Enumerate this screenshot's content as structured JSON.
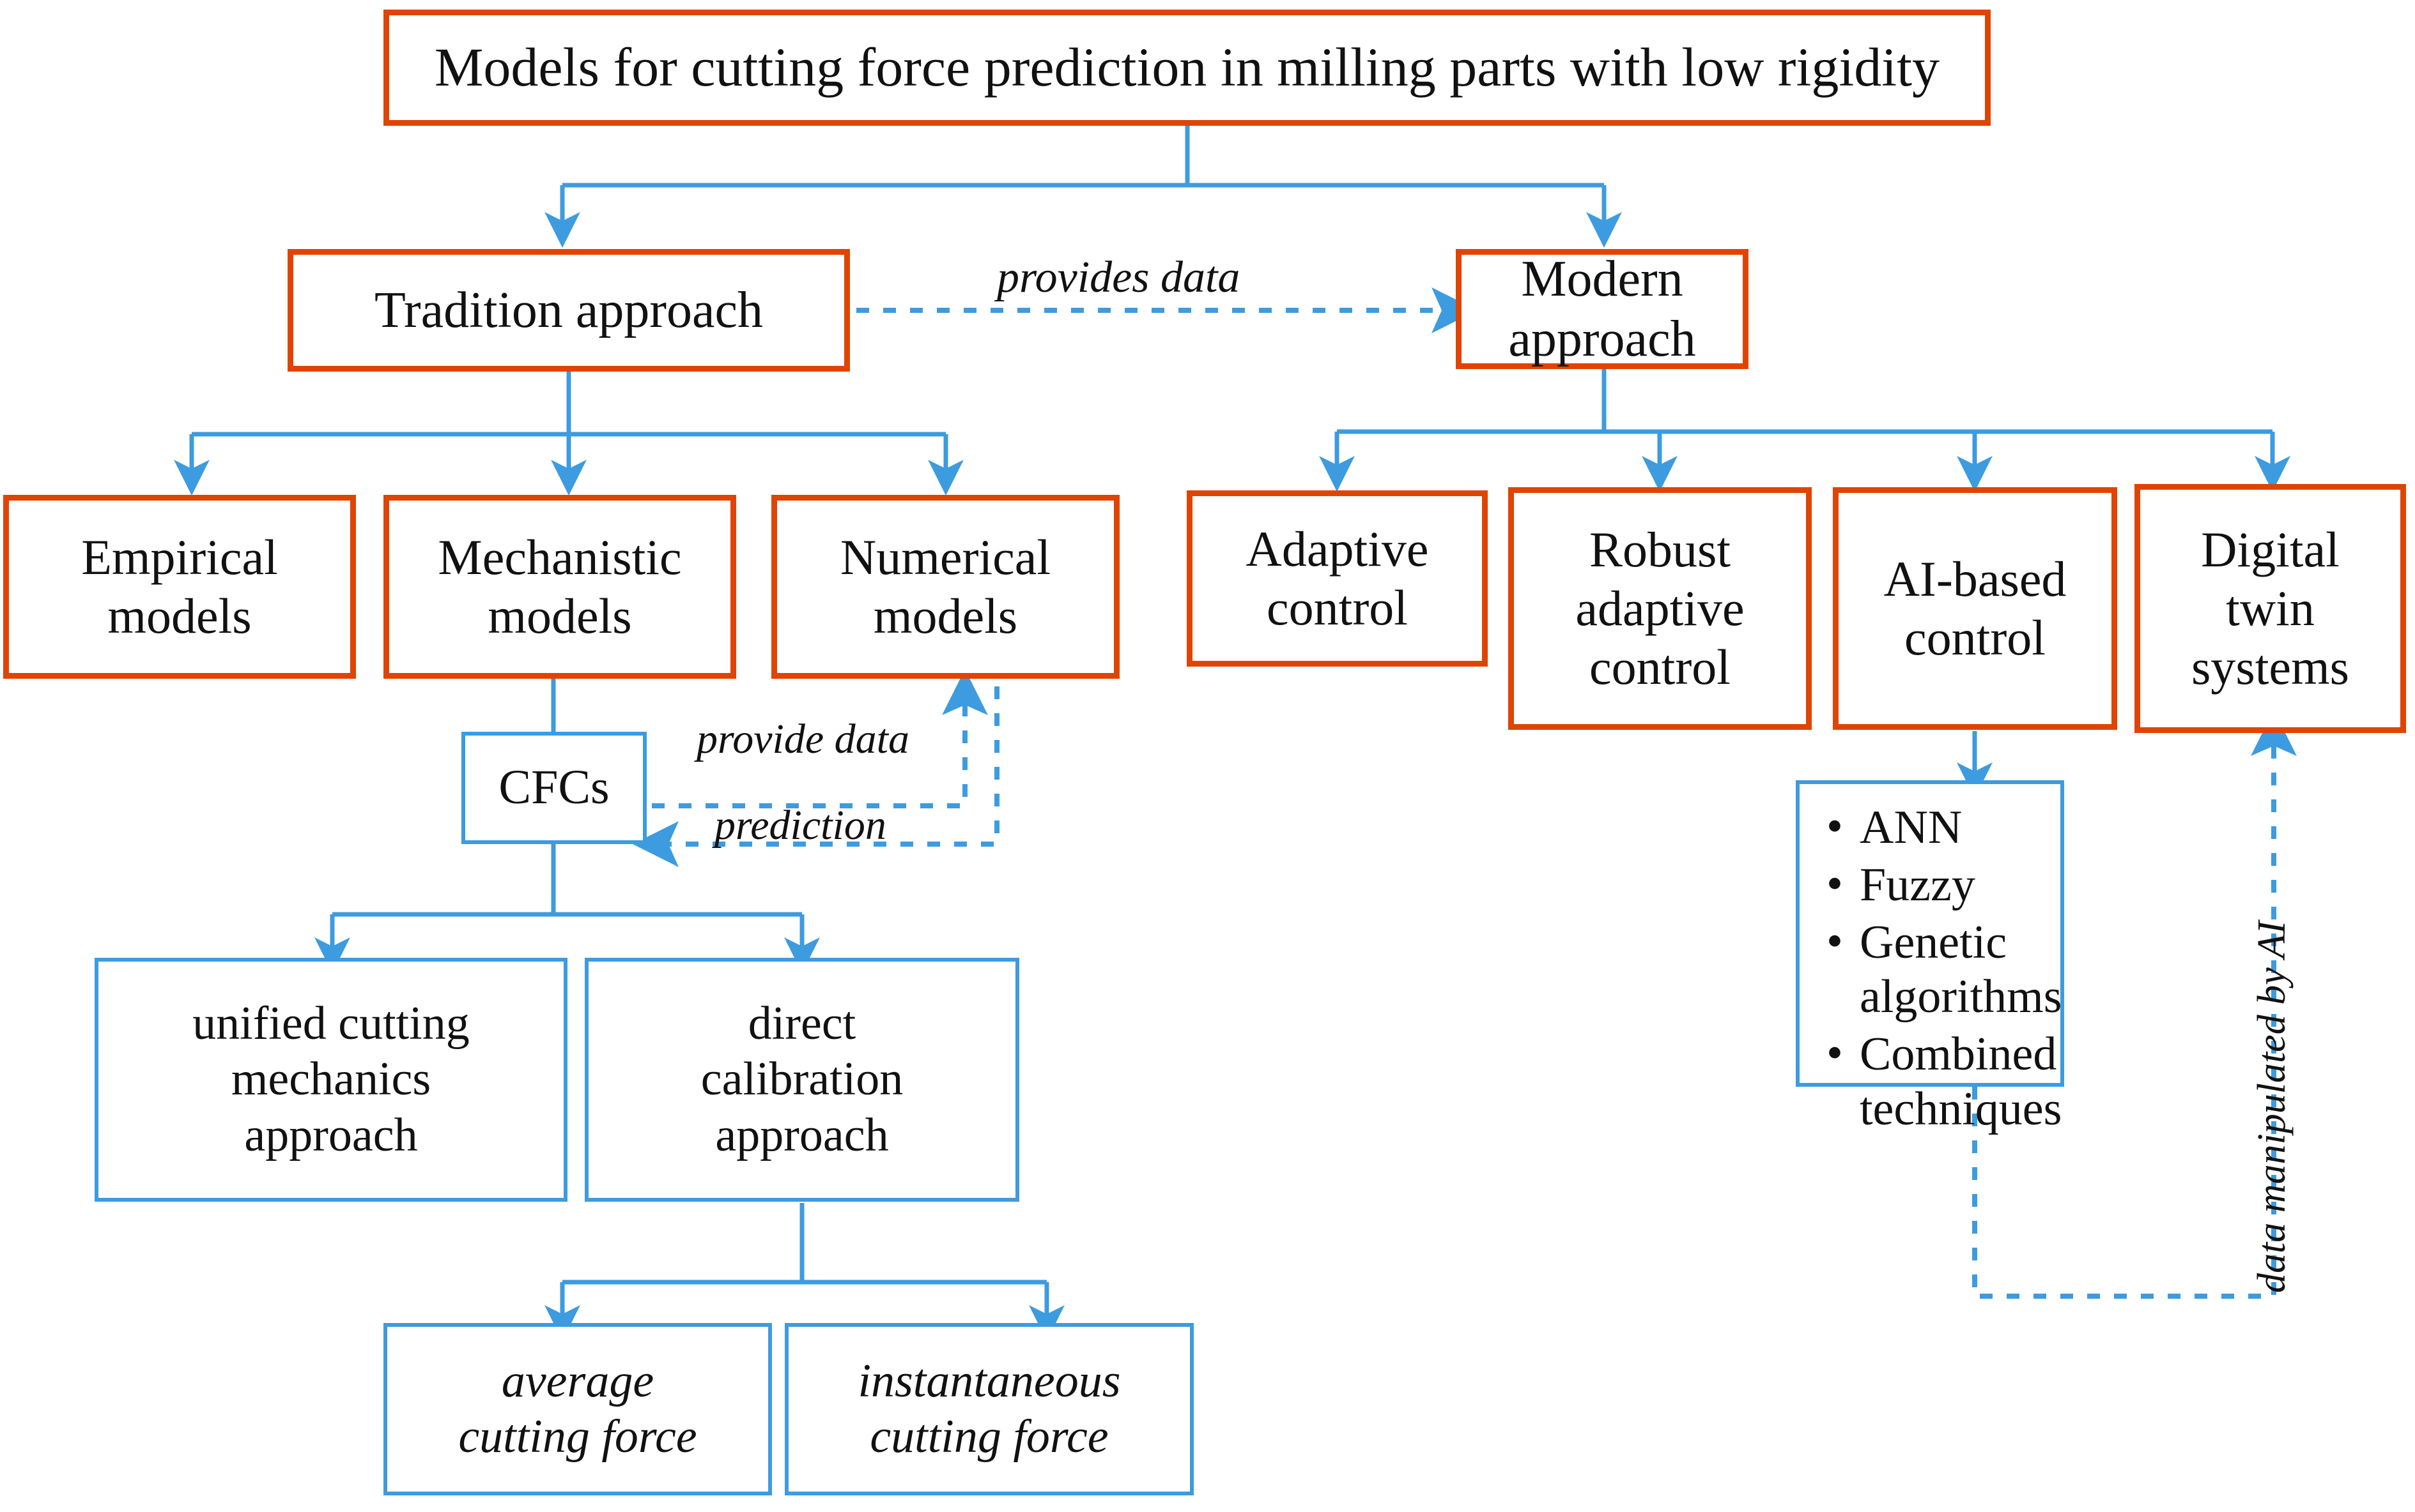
{
  "theme": {
    "orange": "#E04403",
    "blue": "#3D9BE0",
    "text": "#111111",
    "background": "#FFFFFF"
  },
  "diagram": {
    "type": "flowchart",
    "root": {
      "label": "Models for cutting force prediction in milling parts with low rigidity"
    },
    "level2": {
      "tradition": {
        "label": "Tradition approach"
      },
      "modern": {
        "label": "Modern approach"
      }
    },
    "tradition_children": [
      {
        "label": "Empirical\nmodels",
        "line1": "Empirical",
        "line2": "models"
      },
      {
        "label": "Mechanistic\nmodels",
        "line1": "Mechanistic",
        "line2": "models"
      },
      {
        "label": "Numerical\nmodels",
        "line1": "Numerical",
        "line2": "models"
      }
    ],
    "modern_children": [
      {
        "label": "Adaptive control",
        "line1": "Adaptive",
        "line2": "control",
        "line3": ""
      },
      {
        "label": "Robust adaptive control",
        "line1": "Robust",
        "line2": "adaptive",
        "line3": "control"
      },
      {
        "label": "AI-based control",
        "line1": "AI-based",
        "line2": "control",
        "line3": ""
      },
      {
        "label": "Digital twin systems",
        "line1": "Digital",
        "line2": "twin",
        "line3": "systems"
      }
    ],
    "cfcs": {
      "label": "CFCs"
    },
    "cfcs_children": [
      {
        "label": "unified cutting mechanics approach",
        "line1": "unified cutting",
        "line2": "mechanics",
        "line3": "approach"
      },
      {
        "label": "direct calibration approach",
        "line1": "direct",
        "line2": "calibration",
        "line3": "approach"
      }
    ],
    "force_children": [
      {
        "label": "average cutting force",
        "line1": "average",
        "line2": "cutting force"
      },
      {
        "label": "instantaneous cutting force",
        "line1": "instantaneous",
        "line2": "cutting force"
      }
    ],
    "ai_techniques": {
      "items": [
        "ANN",
        "Fuzzy",
        "Genetic algorithms",
        "Combined techniques"
      ]
    },
    "edge_labels": {
      "provides_data": "provides data",
      "provide_data": "provide data",
      "prediction": "prediction",
      "data_manipulated_by_ai": "data manipulated by AI"
    }
  }
}
